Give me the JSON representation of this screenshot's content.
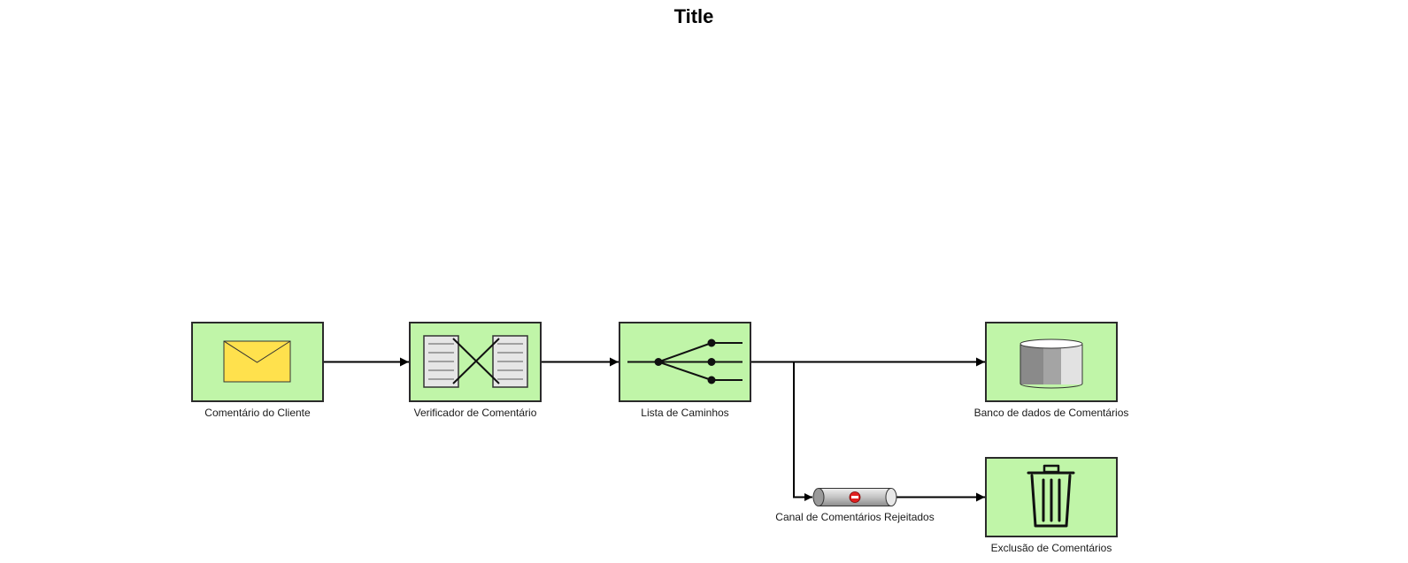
{
  "title": "Title",
  "colors": {
    "node_fill": "#c0f5a8",
    "node_stroke": "#2b2b2b",
    "envelope_fill": "#ffe14d",
    "edge": "#000000",
    "channel_fill": "#c8c8c8",
    "stop_icon": "#e02020"
  },
  "nodes": {
    "customer_comment": {
      "label": "Comentário do Cliente",
      "icon": "envelope-icon"
    },
    "comment_checker": {
      "label": "Verificador de Comentário",
      "icon": "translator-icon"
    },
    "routing_list": {
      "label": "Lista de Caminhos",
      "icon": "recipient-list-icon"
    },
    "comment_database": {
      "label": "Banco de dados de Comentários",
      "icon": "database-icon"
    },
    "rejected_channel": {
      "label": "Canal de Comentários Rejeitados",
      "icon": "invalid-message-channel-icon"
    },
    "comment_deletion": {
      "label": "Exclusão de Comentários",
      "icon": "trash-icon"
    }
  },
  "edges": [
    {
      "from": "customer_comment",
      "to": "comment_checker"
    },
    {
      "from": "comment_checker",
      "to": "routing_list"
    },
    {
      "from": "routing_list",
      "to": "comment_database"
    },
    {
      "from": "routing_list",
      "to": "rejected_channel"
    },
    {
      "from": "rejected_channel",
      "to": "comment_deletion"
    }
  ]
}
